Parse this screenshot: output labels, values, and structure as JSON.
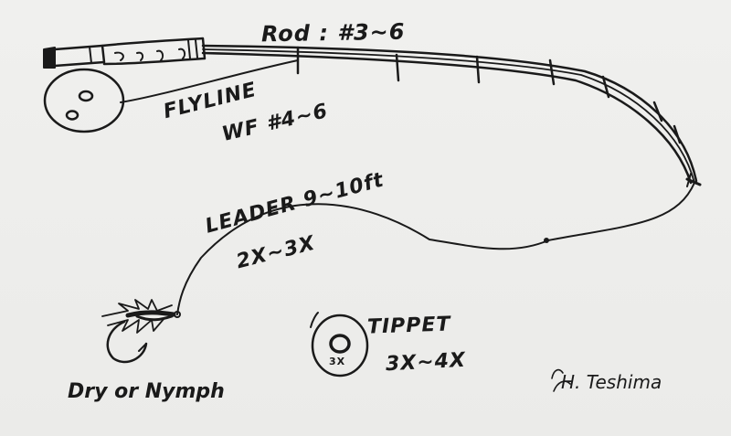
{
  "colors": {
    "paper": "#eeeeec",
    "ink": "#1a1a1a"
  },
  "labels": {
    "rod": "Rod : #3~6",
    "flyline_1": "FLYLINE",
    "flyline_2": "WF #4~6",
    "leader_1": "LEADER 9~10ft",
    "leader_2": "2X~3X",
    "tippet_1": "TIPPET",
    "tippet_2": "3X~4X",
    "tippet_spool": "3X",
    "fly": "Dry or Nymph",
    "signature": "H. Teshima"
  },
  "icons": [
    "fly-rod-icon",
    "fly-reel-icon",
    "tippet-spool-icon",
    "fly-hook-icon"
  ]
}
